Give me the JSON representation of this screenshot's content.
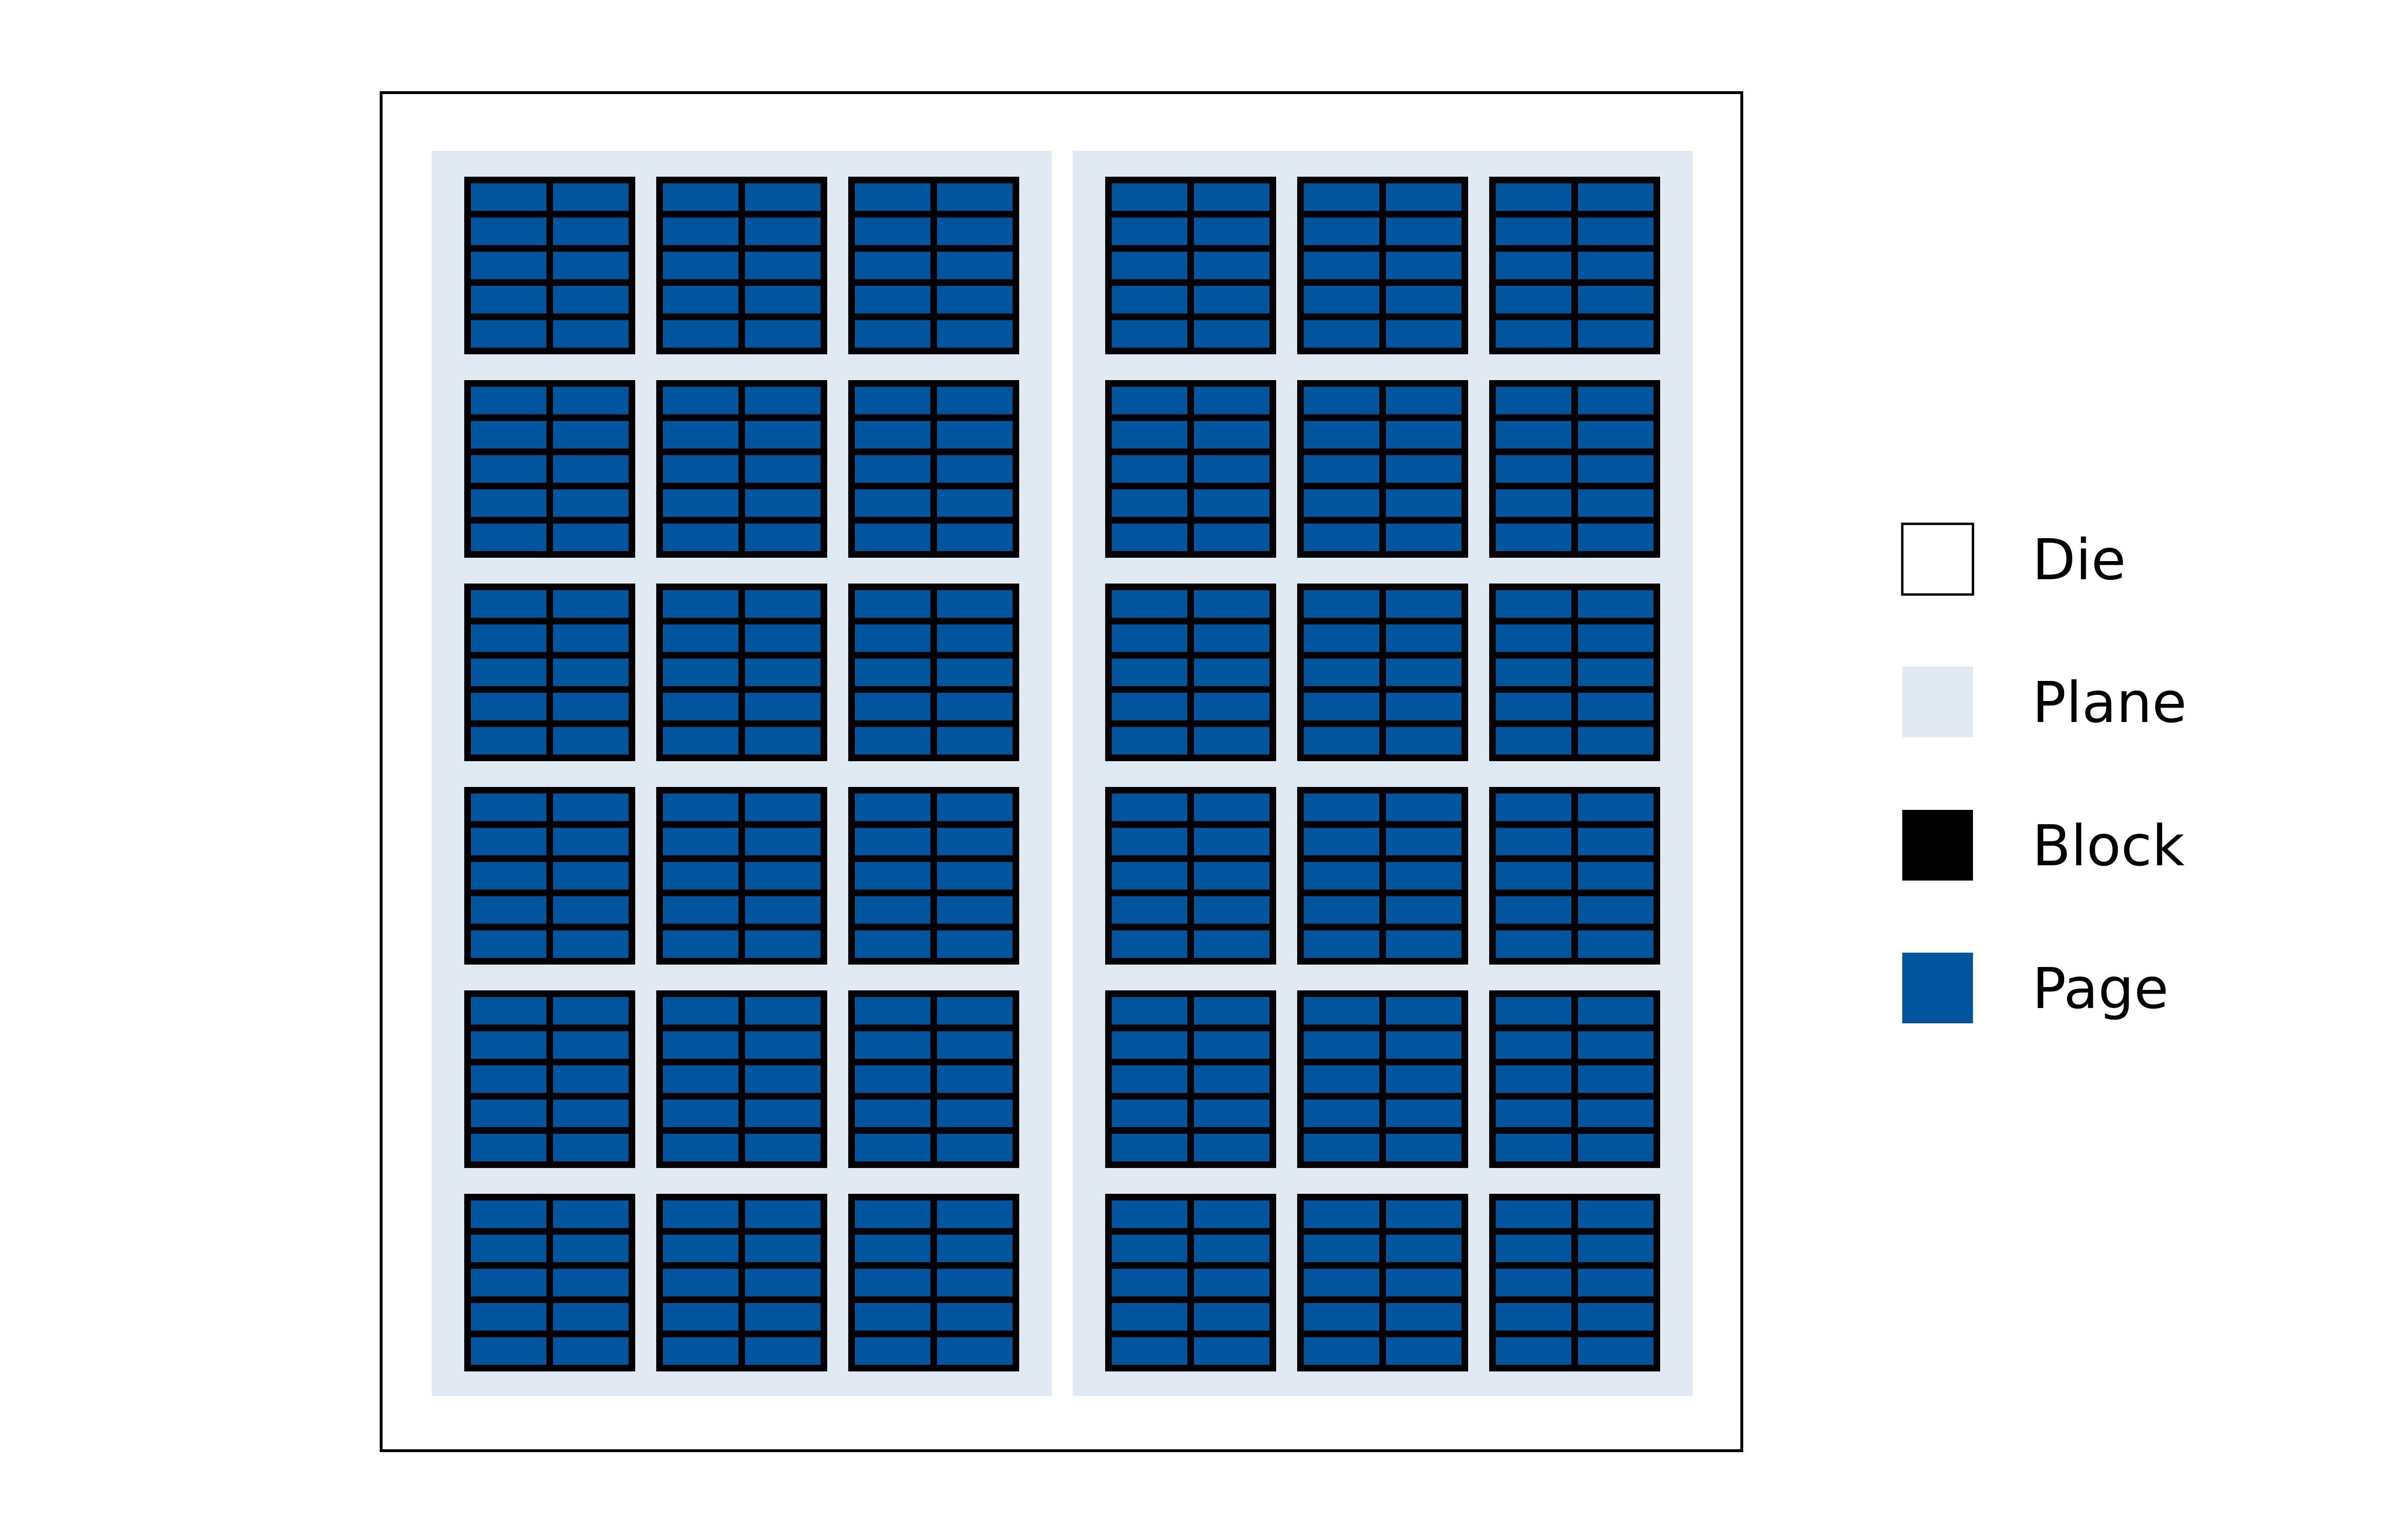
{
  "structure": {
    "planes": 2,
    "block_rows": 6,
    "block_cols_per_plane": 3,
    "page_rows_per_block": 5,
    "page_cols_per_block": 2
  },
  "colors": {
    "background": "#ffffff",
    "die_fill": "#ffffff",
    "die_stroke": "#000000",
    "plane": "#e1e9f2",
    "block": "#000000",
    "page": "#01549e"
  },
  "legend": [
    {
      "key": "die",
      "label": "Die",
      "color": "#ffffff",
      "outlined": true
    },
    {
      "key": "plane",
      "label": "Plane",
      "color": "#e1e9f2",
      "outlined": false
    },
    {
      "key": "block",
      "label": "Block",
      "color": "#000000",
      "outlined": false
    },
    {
      "key": "page",
      "label": "Page",
      "color": "#01549e",
      "outlined": false
    }
  ]
}
